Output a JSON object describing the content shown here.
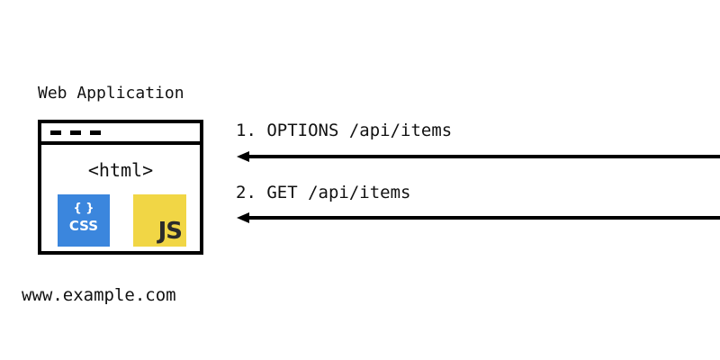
{
  "client": {
    "title": "Web Application",
    "html_tag": "<html>",
    "css_badge": {
      "braces": "{ }",
      "label": "CSS",
      "color": "#3b86dd"
    },
    "js_badge": {
      "label": "JS",
      "color": "#f1d645"
    },
    "domain": "www.example.com",
    "window_dots": 3
  },
  "requests": [
    {
      "label": "1. OPTIONS /api/items",
      "direction": "left"
    },
    {
      "label": "2. GET /api/items",
      "direction": "left"
    }
  ],
  "icons": {
    "browser": "browser-window-icon",
    "css": "css-logo-icon",
    "js": "js-logo-icon",
    "arrow": "arrow-left-icon"
  }
}
